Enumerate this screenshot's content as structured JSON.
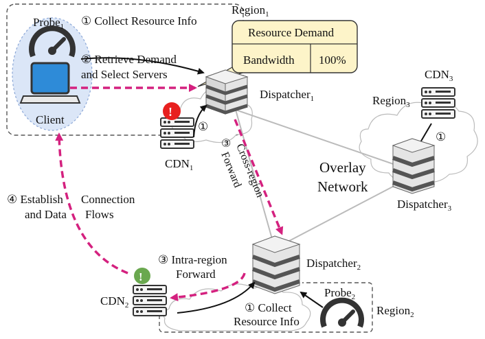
{
  "regions": {
    "region1": {
      "name": "Region",
      "sub": "1"
    },
    "region2": {
      "name": "Region",
      "sub": "2"
    },
    "region3": {
      "name": "Region",
      "sub": "3"
    }
  },
  "probes": {
    "probe1": {
      "name": "Probe",
      "sub": "1"
    },
    "probe2": {
      "name": "Probe",
      "sub": "2"
    }
  },
  "client": {
    "label": "Client"
  },
  "dispatchers": {
    "d1": {
      "name": "Dispatcher",
      "sub": "1"
    },
    "d2": {
      "name": "Dispatcher",
      "sub": "2"
    },
    "d3": {
      "name": "Dispatcher",
      "sub": "3"
    }
  },
  "cdns": {
    "c1": {
      "name": "CDN",
      "sub": "1"
    },
    "c2": {
      "name": "CDN",
      "sub": "2"
    },
    "c3": {
      "name": "CDN",
      "sub": "3"
    }
  },
  "overlay": {
    "line1": "Overlay",
    "line2": "Network"
  },
  "resource_demand": {
    "title": "Resource Demand",
    "metric": "Bandwidth",
    "value": "100%"
  },
  "steps": {
    "s1_top": "① Collect Resource Info",
    "s2_line1": "② Retrieve Demand",
    "s2_line2": "and Select Servers",
    "s1_cdn1": "①",
    "s3_cross_num": "③",
    "s3_cross_line1": "Cross-region",
    "s3_cross_line2": "Forward",
    "s3_intra_line1": "③ Intra-region",
    "s3_intra_line2": "Forward",
    "s4_line1": "④ Establish",
    "s4_line1b": "Connection",
    "s4_line2": "and Data",
    "s4_line2b": "Flows",
    "s1_bottom_line1": "① Collect",
    "s1_bottom_line2": "Resource Info",
    "s1_cdn3": "①"
  },
  "badges": {
    "alert": "!",
    "ok": "!"
  },
  "colors": {
    "magenta": "#d4217f",
    "alert_red": "#e8201f",
    "ok_green": "#6aa84f",
    "client_ellipse": "#dbe6f7",
    "callout_fill": "#fdf4c9",
    "laptop_screen": "#2e8bd8"
  }
}
